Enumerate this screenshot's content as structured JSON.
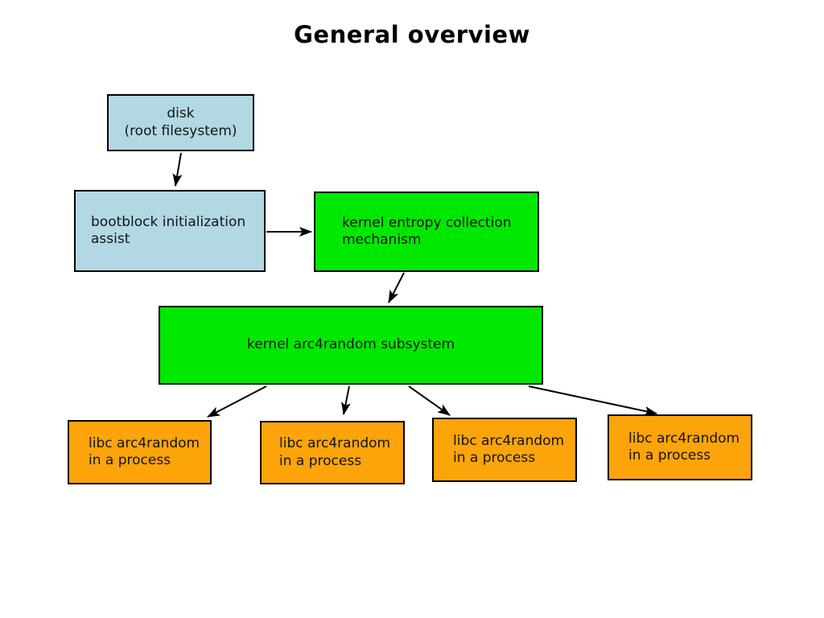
{
  "title": "General overview",
  "colors": {
    "box_blue": "#b2d8e4",
    "box_green": "#00e800",
    "box_orange": "#fca40a",
    "border_color": "#000000"
  },
  "nodes": {
    "disk": {
      "label": "disk\n(root filesystem)"
    },
    "bootblock": {
      "label": "bootblock initialization\nassist"
    },
    "entropy": {
      "label": "kernel entropy collection\nmechanism"
    },
    "arc4random": {
      "label": "kernel arc4random subsystem"
    },
    "libc1": {
      "label": "libc arc4random\nin a process"
    },
    "libc2": {
      "label": "libc arc4random\nin a process"
    },
    "libc3": {
      "label": "libc arc4random\nin a process"
    },
    "libc4": {
      "label": "libc arc4random\nin a process"
    }
  },
  "edges": [
    {
      "from": "disk",
      "to": "bootblock"
    },
    {
      "from": "bootblock",
      "to": "entropy"
    },
    {
      "from": "entropy",
      "to": "arc4random"
    },
    {
      "from": "arc4random",
      "to": "libc1"
    },
    {
      "from": "arc4random",
      "to": "libc2"
    },
    {
      "from": "arc4random",
      "to": "libc3"
    },
    {
      "from": "arc4random",
      "to": "libc4"
    }
  ]
}
